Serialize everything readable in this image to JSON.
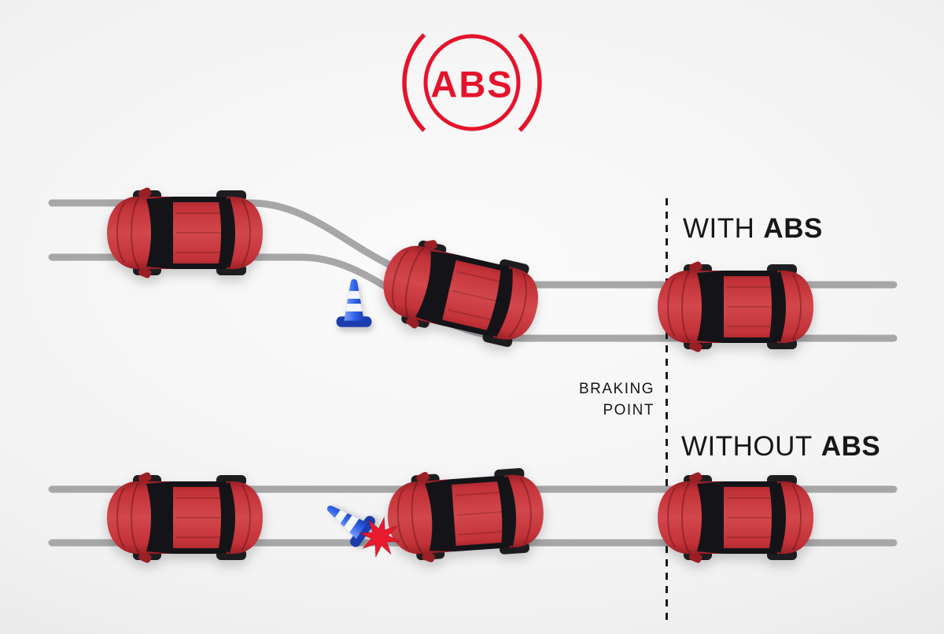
{
  "logo": {
    "text": "ABS"
  },
  "scenarios": {
    "with_abs": {
      "prefix": "WITH",
      "emphasis": "ABS"
    },
    "without_abs": {
      "prefix": "WITHOUT",
      "emphasis": "ABS"
    }
  },
  "braking_point": {
    "line1": "BRAKING",
    "line2": "POINT"
  },
  "icons": {
    "logo": "abs-warning-light",
    "car": "car-top-view",
    "cone": "traffic-cone",
    "burst": "collision-burst",
    "braking_line": "braking-point-dashed-line",
    "tracks": "tire-tracks"
  },
  "colors": {
    "accent_red": "#e5132b",
    "text_dark": "#17171a",
    "car_red": "#c23238",
    "car_red_dark": "#9a2026",
    "car_red_light": "#d2474c",
    "glass_black": "#141418",
    "track_gray": "#a7a7a7",
    "cone_blue": "#2f62ea",
    "cone_blue_dark": "#1c3cae",
    "cone_blue_light": "#7d9ff2",
    "cone_stripe": "#f3f6fd",
    "burst_red": "#e81a2c",
    "bg_center": "#fbfbfb",
    "bg_edge": "#e1e1e1"
  }
}
